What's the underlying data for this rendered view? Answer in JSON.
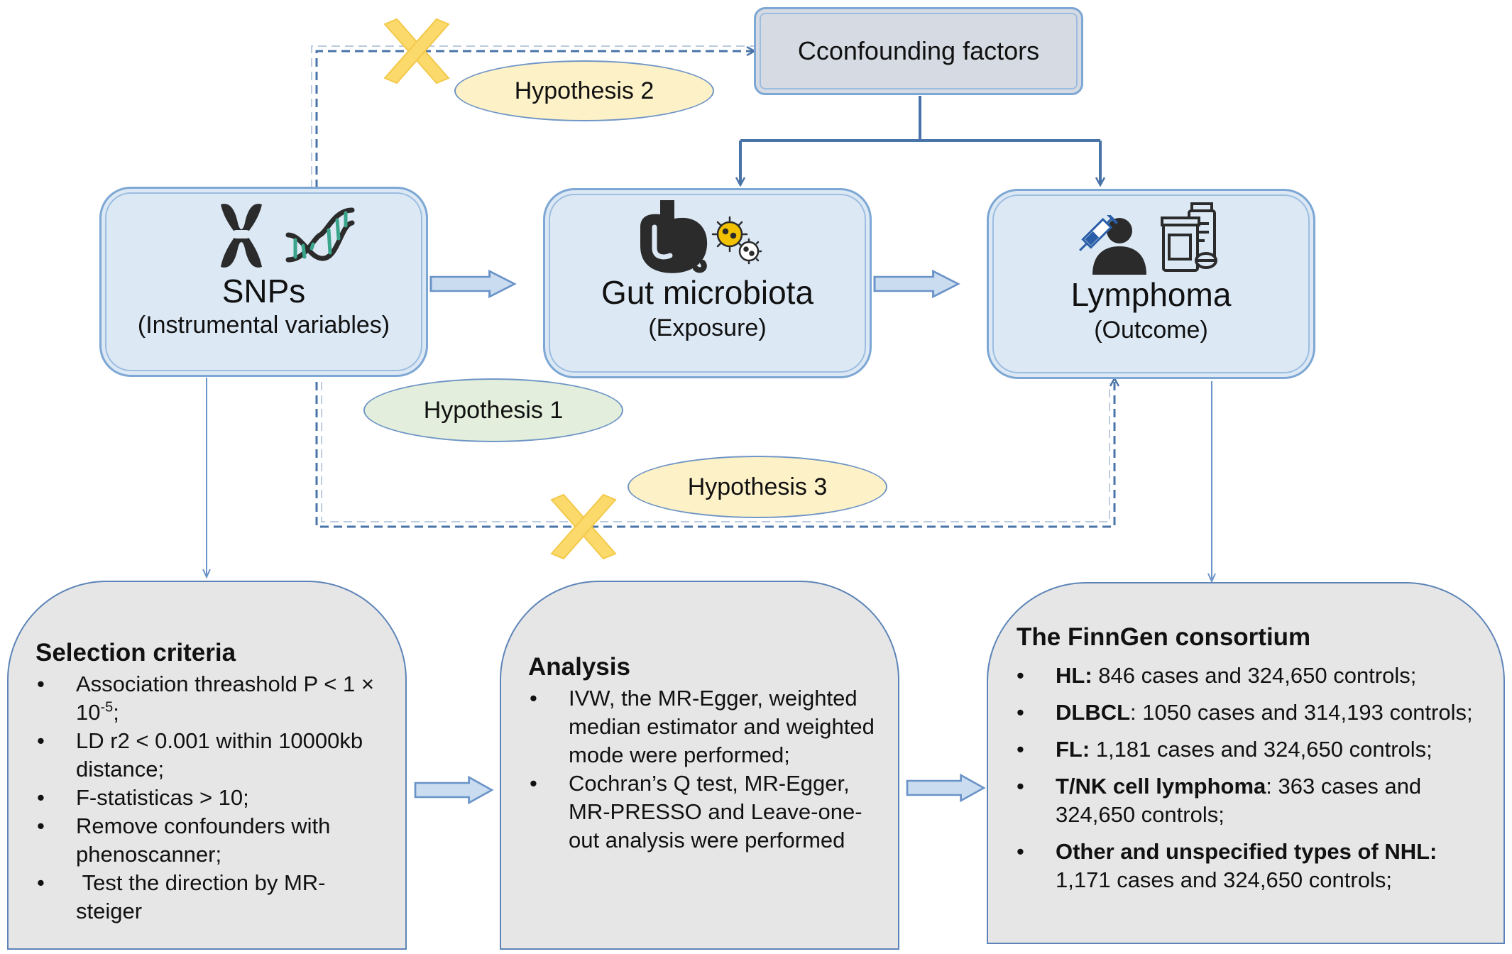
{
  "confounders": {
    "label": "Cconfounding factors"
  },
  "hypotheses": {
    "h1": "Hypothesis 1",
    "h2": "Hypothesis 2",
    "h3": "Hypothesis 3"
  },
  "nodes": {
    "snps": {
      "title": "SNPs",
      "subtitle": "(Instrumental variables)"
    },
    "gut": {
      "title": "Gut microbiota",
      "subtitle": "(Exposure)"
    },
    "lymphoma": {
      "title": "Lymphoma",
      "subtitle": "(Outcome)"
    }
  },
  "panels": {
    "selection": {
      "title": "Selection criteria",
      "items": [
        {
          "bullet": "•",
          "text": "Association threashold P < 1 × 10",
          "sup": "-5",
          "tail": ";"
        },
        {
          "bullet": "•",
          "text": "LD r2 < 0.001 within 10000kb distance;"
        },
        {
          "bullet": "•",
          "text": "F-statisticas > 10;"
        },
        {
          "bullet": "•",
          "text": "Remove confounders with phenoscanner;"
        },
        {
          "bullet": "•",
          "text": " Test the direction by MR-steiger"
        }
      ]
    },
    "analysis": {
      "title": "Analysis",
      "items": [
        {
          "bullet": "•",
          "text": "IVW, the MR-Egger, weighted median estimator and weighted mode were performed;"
        },
        {
          "bullet": "•",
          "text": "Cochran’s Q test, MR-Egger, MR-PRESSO and Leave-one-out analysis were performed"
        }
      ]
    },
    "finngen": {
      "title": "The FinnGen consortium",
      "items": [
        {
          "bullet": "•",
          "bold": "HL:",
          "text": " 846 cases and 324,650 controls;"
        },
        {
          "bullet": "•",
          "bold": "DLBCL",
          "text": ": 1050 cases and 314,193 controls;"
        },
        {
          "bullet": "•",
          "bold": "FL:",
          "text": " 1,181 cases and 324,650 controls;"
        },
        {
          "bullet": "•",
          "bold": "T/NK cell lymphoma",
          "text": ": 363 cases and 324,650 controls;"
        },
        {
          "bullet": "•",
          "bold": "Other and unspecified types of NHL:",
          "text": " 1,171 cases and 324,650 controls;"
        }
      ]
    }
  },
  "icons": {
    "snps": [
      "chromosome-icon",
      "dna-helix-icon"
    ],
    "gut": [
      "stomach-icon",
      "bacteria-icon"
    ],
    "lymphoma": [
      "patient-injection-icon",
      "medicine-bottles-icon"
    ],
    "blocked": "cross-mark-icon"
  },
  "colors": {
    "node_fill": "#dce9f5",
    "node_border": "#7da7d4",
    "arrow": "#4a74a8",
    "panel_fill": "#e6e6e6",
    "cross": "#fbd96b"
  }
}
